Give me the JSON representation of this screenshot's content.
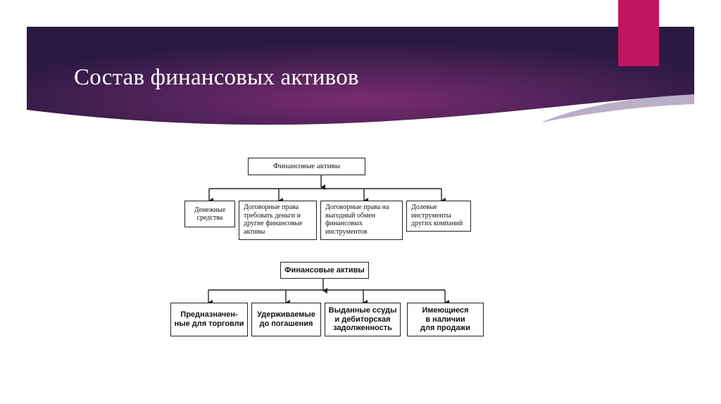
{
  "slide": {
    "title": "Состав финансовых активов",
    "colors": {
      "banner_dark": "#2c1a45",
      "banner_mid": "#6a2a6c",
      "accent": "#c0155f"
    }
  },
  "diagram_top": {
    "root": "Финансовые активы",
    "children": [
      "Денежные\nсредства",
      "Договорные права\nтребовать деньги и\nдругие финансовые\nактивы",
      "Договорные права на\nвыгодный обмен\nфинансовых\nинструментов",
      "Долевые\nинструменты\nдругих компаний"
    ]
  },
  "diagram_bottom": {
    "root": "Финансовые активы",
    "children": [
      "Предназначен-\nные для торговли",
      "Удерживаемые\nдо погашения",
      "Выданные ссуды\nи дебиторская\nзадолженность",
      "Имеющиеся\nв наличии\nдля продажи"
    ]
  }
}
